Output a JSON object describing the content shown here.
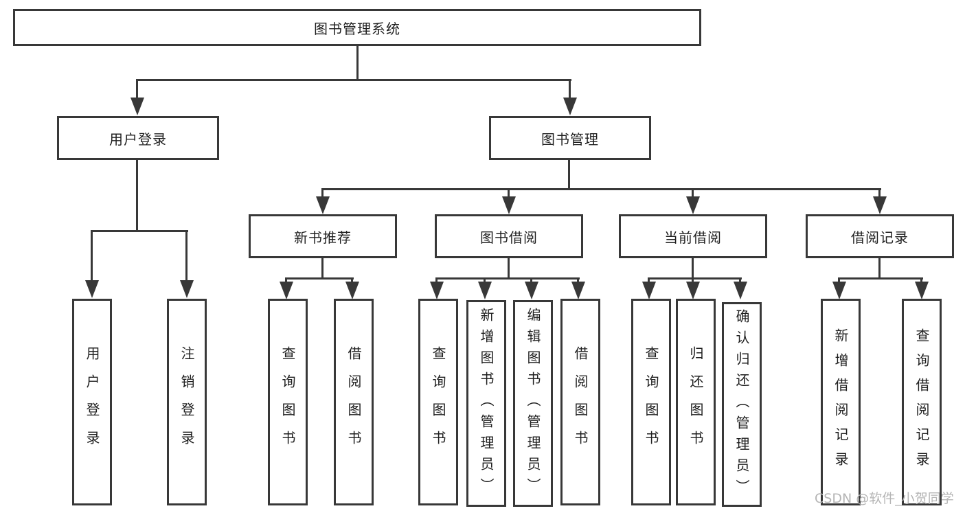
{
  "diagram": {
    "title": "图书管理系统",
    "branches": [
      {
        "label": "用户登录",
        "leaves": [
          "用户登录",
          "注销登录"
        ]
      },
      {
        "label": "图书管理",
        "groups": [
          {
            "label": "新书推荐",
            "leaves": [
              "查询图书",
              "借阅图书"
            ]
          },
          {
            "label": "图书借阅",
            "leaves": [
              "查询图书",
              "新增图书（管理员）",
              "编辑图书（管理员）",
              "借阅图书"
            ]
          },
          {
            "label": "当前借阅",
            "leaves": [
              "查询图书",
              "归还图书",
              "确认归还（管理员）"
            ]
          },
          {
            "label": "借阅记录",
            "leaves": [
              "新增借阅记录",
              "查询借阅记录"
            ]
          }
        ]
      }
    ]
  },
  "watermark": {
    "text": "CSDN @软件_小贺同学"
  },
  "colors": {
    "line": "#383838",
    "text": "#1f1f1f",
    "box_background": "#ffffff",
    "page_background": "#ffffff",
    "watermark": "#b5b5b5"
  }
}
